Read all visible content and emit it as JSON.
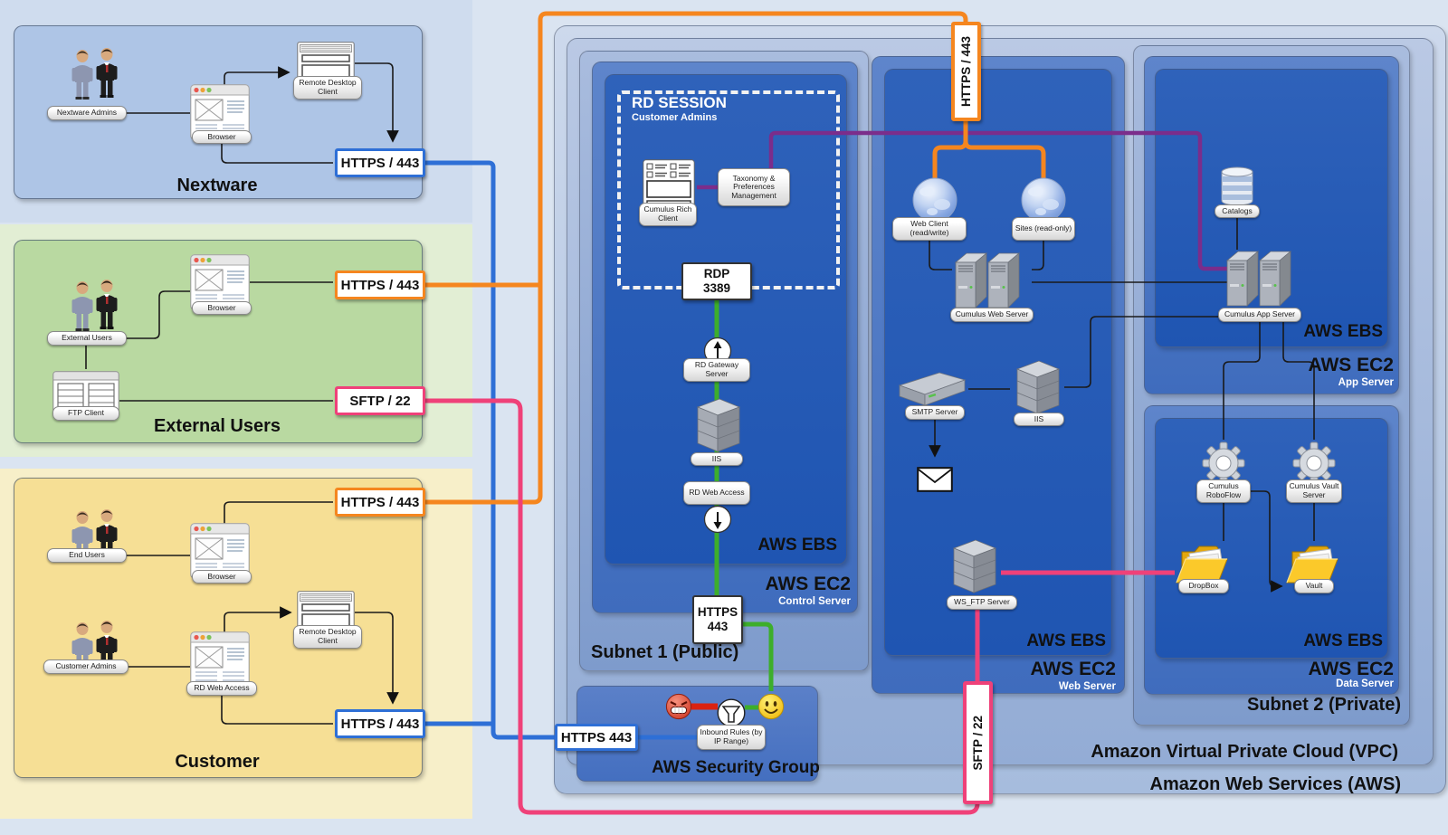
{
  "colors": {
    "orange": "#F5861F",
    "blue": "#2E6FD6",
    "pink": "#EF4179",
    "green": "#3DAE2B",
    "purple": "#7B2D8B",
    "red": "#D92211",
    "black_line": "#1a1a1a"
  },
  "zones": {
    "nextware": {
      "title": "Nextware",
      "admins": "Nextware Admins",
      "browser": "Browser",
      "remote_desktop": "Remote Desktop Client",
      "port_https": "HTTPS / 443"
    },
    "external": {
      "title": "External Users",
      "users": "External Users",
      "browser": "Browser",
      "ftp_client": "FTP Client",
      "port_https": "HTTPS / 443",
      "port_sftp": "SFTP / 22"
    },
    "customer": {
      "title": "Customer",
      "end_users": "End Users",
      "browser": "Browser",
      "admins": "Customer Admins",
      "rd_web_access": "RD Web Access",
      "remote_desktop": "Remote Desktop Client",
      "port_https_top": "HTTPS / 443",
      "port_https_bottom": "HTTPS / 443"
    },
    "aws": {
      "title": "Amazon Web Services (AWS)",
      "vpc_title": "Amazon Virtual Private Cloud (VPC)",
      "subnet1_title": "Subnet 1 (Public)",
      "subnet2_title": "Subnet 2 (Private)",
      "port_https_top": "HTTPS / 443",
      "port_sftp_right": "SFTP / 22",
      "security_group": {
        "title": "AWS Security Group",
        "inbound_rules": "Inbound Rules (by IP Range)",
        "port_https": "HTTPS  443"
      },
      "control_server": {
        "ebs": "AWS EBS",
        "ec2": "AWS EC2",
        "role": "Control Server",
        "rd_session": "RD SESSION",
        "rd_session_sub": "Customer Admins",
        "rich_client": "Cumulus Rich Client",
        "taxonomy": "Taxonomy & Preferences Management",
        "port_rdp": "RDP\n3389",
        "gateway": "RD Gateway Server",
        "iis": "IIS",
        "rd_web_access": "RD Web Access",
        "port_https": "HTTPS\n443"
      },
      "web_server": {
        "ebs": "AWS EBS",
        "ec2": "AWS EC2",
        "role": "Web Server",
        "web_client": "Web Client (read/write)",
        "sites": "Sites (read-only)",
        "cumulus_web": "Cumulus Web Server",
        "smtp": "SMTP Server",
        "iis": "IIS",
        "ws_ftp": "WS_FTP Server"
      },
      "app_server": {
        "ebs": "AWS EBS",
        "ec2": "AWS EC2",
        "role": "App Server",
        "catalogs": "Catalogs",
        "cumulus_app": "Cumulus App Server"
      },
      "data_server": {
        "ebs": "AWS EBS",
        "ec2": "AWS EC2",
        "role": "Data Server",
        "roboflow": "Cumulus RoboFlow",
        "vault_server": "Cumulus Vault Server",
        "dropbox": "DropBox",
        "vault": "Vault"
      }
    }
  }
}
